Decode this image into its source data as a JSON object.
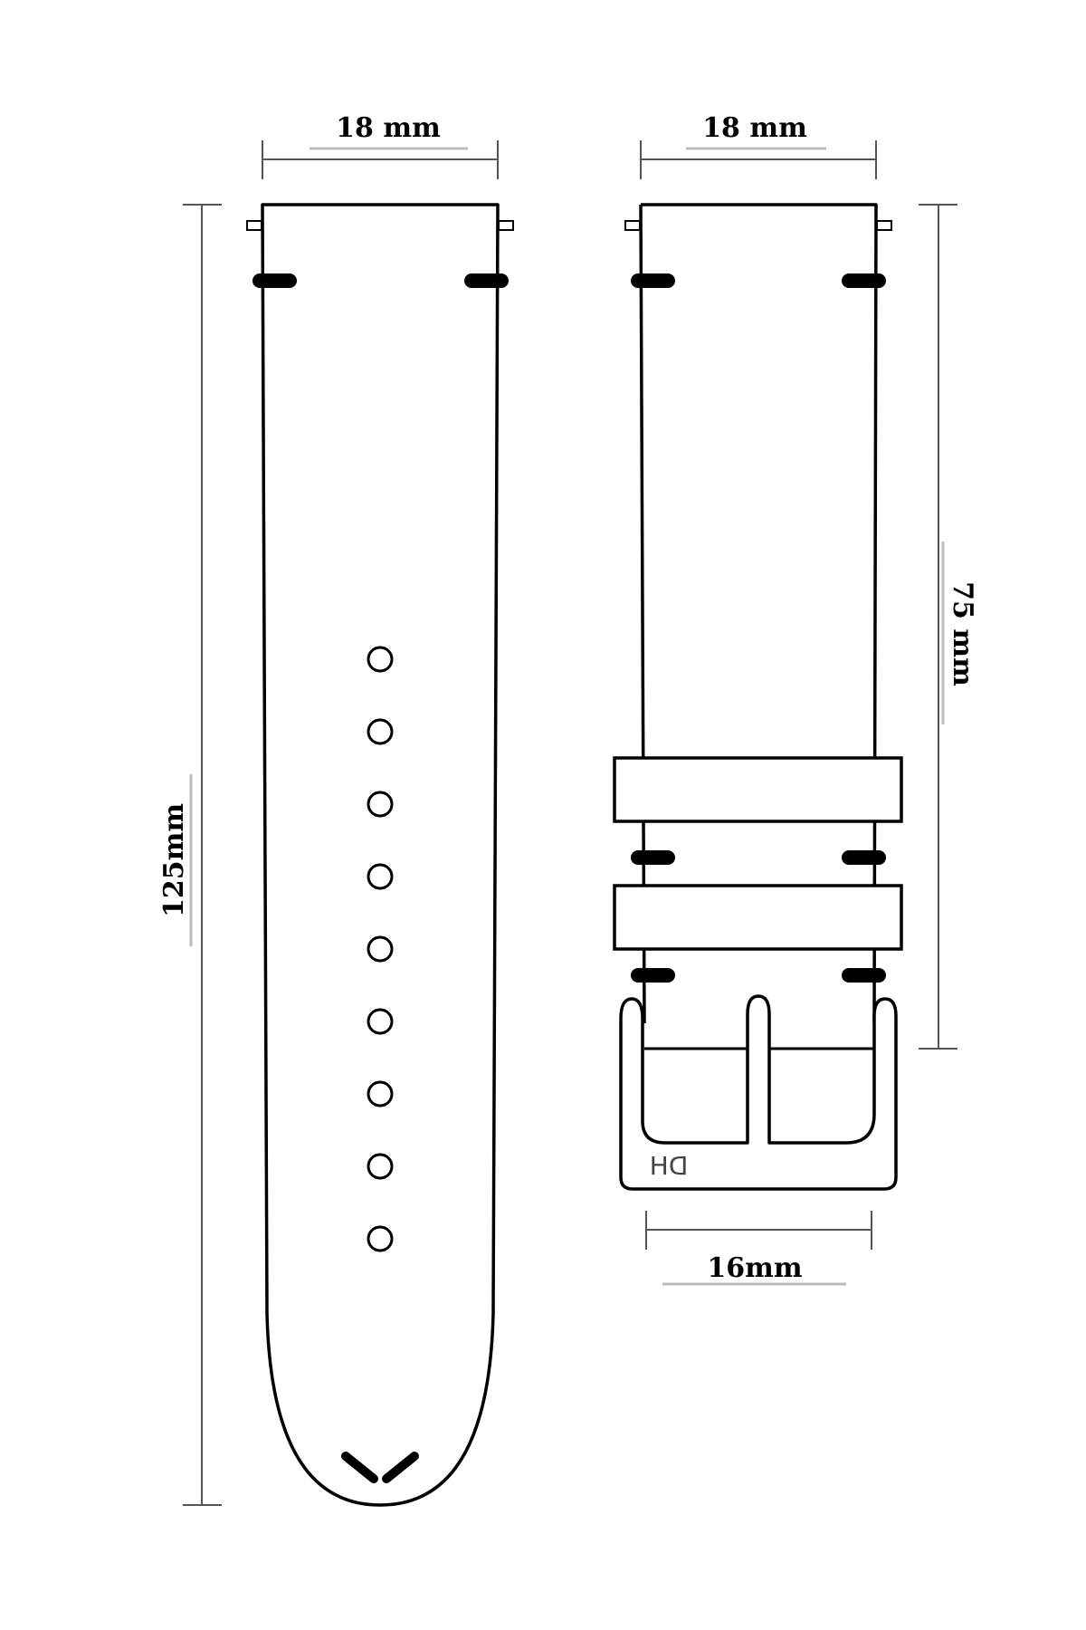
{
  "dimensions": {
    "long_strap_width": "18 mm",
    "short_strap_width": "18 mm",
    "long_strap_length": "125mm",
    "short_strap_length": "75 mm",
    "buckle_width": "16mm"
  },
  "buckle": {
    "logo": "DH"
  },
  "strap": {
    "hole_count": 9
  },
  "colors": {
    "outline": "#000000",
    "dimension_line": "#555555",
    "background": "#ffffff"
  }
}
